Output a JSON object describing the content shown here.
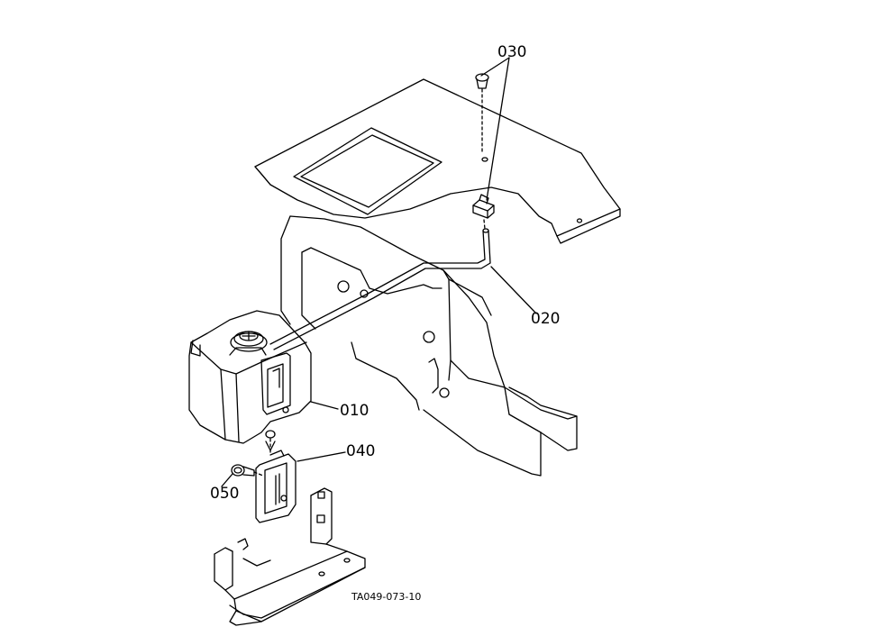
{
  "diagram": {
    "part_labels": [
      {
        "id": "010",
        "text": "010"
      },
      {
        "id": "020",
        "text": "020"
      },
      {
        "id": "030",
        "text": "030"
      },
      {
        "id": "040",
        "text": "040"
      },
      {
        "id": "050",
        "text": "050"
      }
    ],
    "drawing_code": "TA049-073-10"
  }
}
